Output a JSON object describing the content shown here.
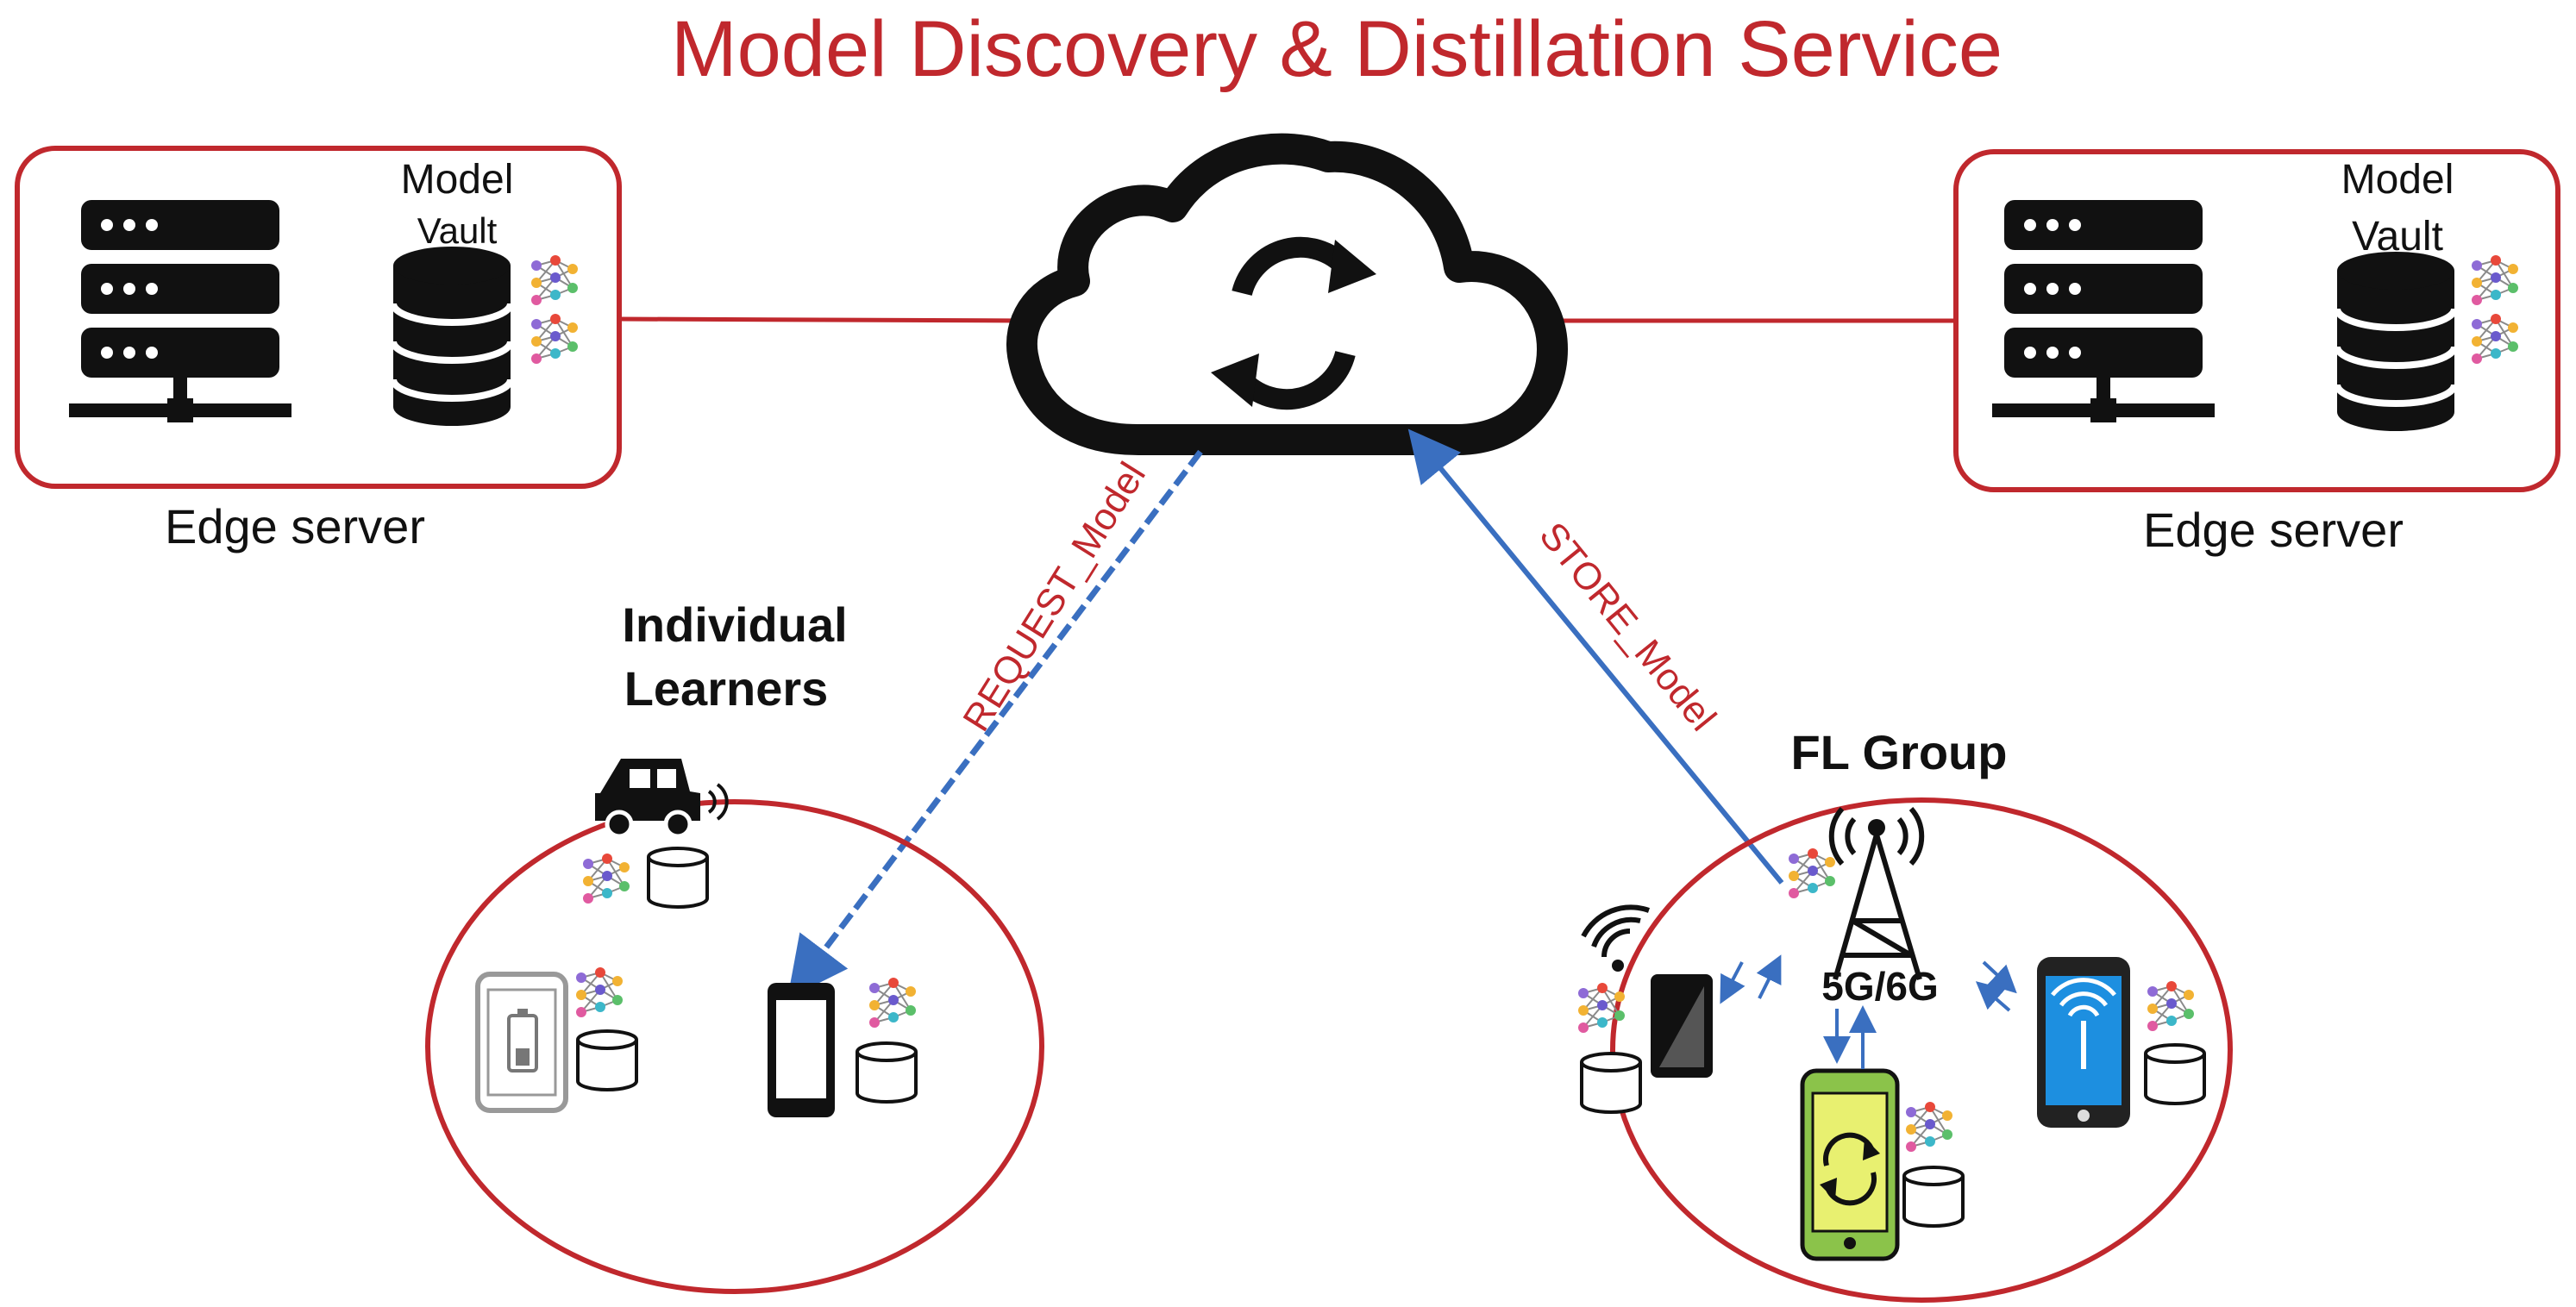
{
  "diagram": {
    "title": "Model Discovery & Distillation Service",
    "edge_left": {
      "vault_line1": "Model",
      "vault_line2": "Vault",
      "caption": "Edge server"
    },
    "edge_right": {
      "vault_line1": "Model",
      "vault_line2": "Vault",
      "caption": "Edge server"
    },
    "individual": {
      "line1": "Individual",
      "line2": "Learners"
    },
    "fl_group": {
      "title": "FL Group",
      "tower_label": "5G/6G"
    },
    "messages": {
      "request": "REQUEST_Model",
      "store": "STORE_Model"
    }
  },
  "colors": {
    "accent_red": "#c0282d",
    "arrow_blue": "#3a6fc0",
    "icon_black": "#111111",
    "phone_yellow": "#e8f070",
    "phone_green": "#8bc34a",
    "phone_blue": "#1d8fe0"
  }
}
